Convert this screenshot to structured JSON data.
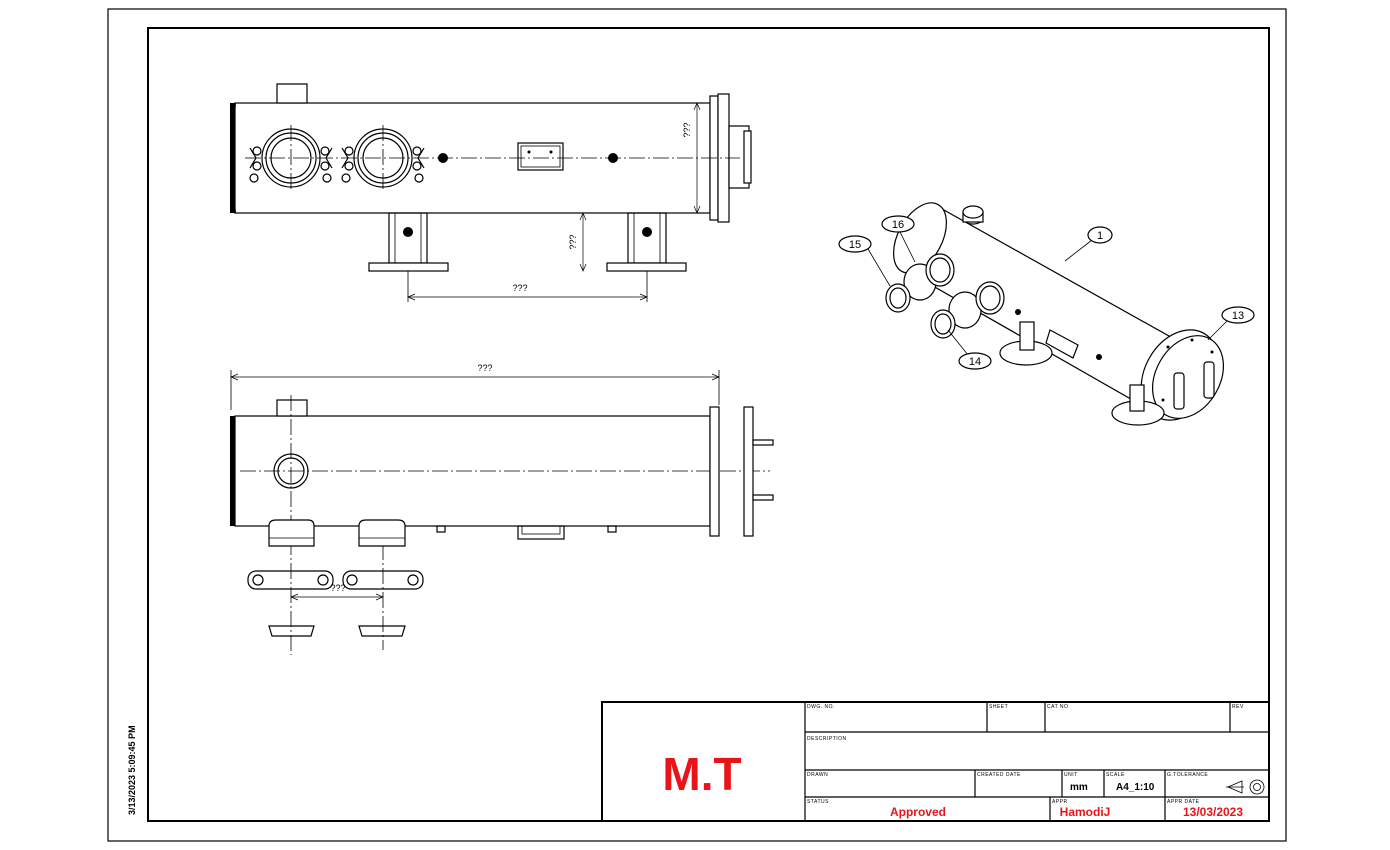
{
  "sidebar": {
    "print_timestamp": "3/13/2023 5:09:45 PM"
  },
  "logo": {
    "text": "M.T",
    "color": "#e8141a"
  },
  "dimensions": {
    "front_flange_height": "???",
    "front_nozzle_height": "???",
    "front_nozzle_spacing": "???",
    "top_overall_length": "???",
    "top_clamp_spacing": "???"
  },
  "balloons": {
    "b1": "1",
    "b13": "13",
    "b14": "14",
    "b15": "15",
    "b16": "16"
  },
  "title_block": {
    "dwg_no_label": "DWG. NO.",
    "sheet_label": "SHEET",
    "cat_no_label": "CAT NO",
    "rev_label": "REV",
    "description_label": "DESCRIPTION",
    "drawn_label": "DRAWN",
    "created_date_label": "CREATED DATE",
    "unit_label": "UNIT",
    "unit_value": "mm",
    "scale_label": "SCALE",
    "scale_value": "A4_1:10",
    "tolerance_label": "G.TOLERANCE",
    "status_label": "STATUS",
    "status_value": "Approved",
    "appr_label": "APPR",
    "appr_value": "HamodiJ",
    "appr_date_label": "APPR DATE",
    "appr_date_value": "13/03/2023"
  }
}
